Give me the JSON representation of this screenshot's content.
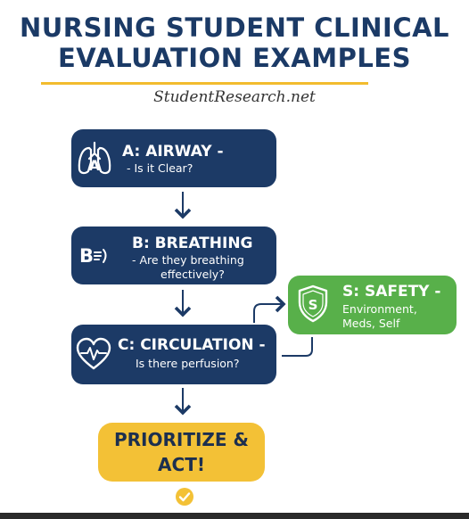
{
  "title": {
    "line1": "NURSING STUDENT CLINICAL",
    "line2": "EVALUATION EXAMPLES"
  },
  "website": "StudentResearch.net",
  "steps": {
    "airway": {
      "title": "A: AIRWAY -",
      "subtitle": "- Is it Clear?",
      "icon": "lungs-icon",
      "icon_letter": "A"
    },
    "breathing": {
      "title": "B: BREATHING",
      "subtitle1": "- Are they breathing",
      "subtitle2": "effectively?",
      "icon": "breath-icon",
      "icon_letter": "B"
    },
    "circulation": {
      "title": "C: CIRCULATION -",
      "subtitle": "Is there perfusion?",
      "icon": "heart-pulse-icon"
    },
    "safety": {
      "title": "S: SAFETY -",
      "subtitle1": "Environment,",
      "subtitle2": "Meds, Self",
      "icon": "shield-icon",
      "icon_letter": "S"
    },
    "act": {
      "line1": "PRIORITIZE &",
      "line2": "ACT!",
      "icon": "check-circle-icon"
    }
  },
  "colors": {
    "navy": "#1c3a66",
    "green": "#58b04a",
    "gold": "#f3c136",
    "title": "#1b3a66"
  }
}
